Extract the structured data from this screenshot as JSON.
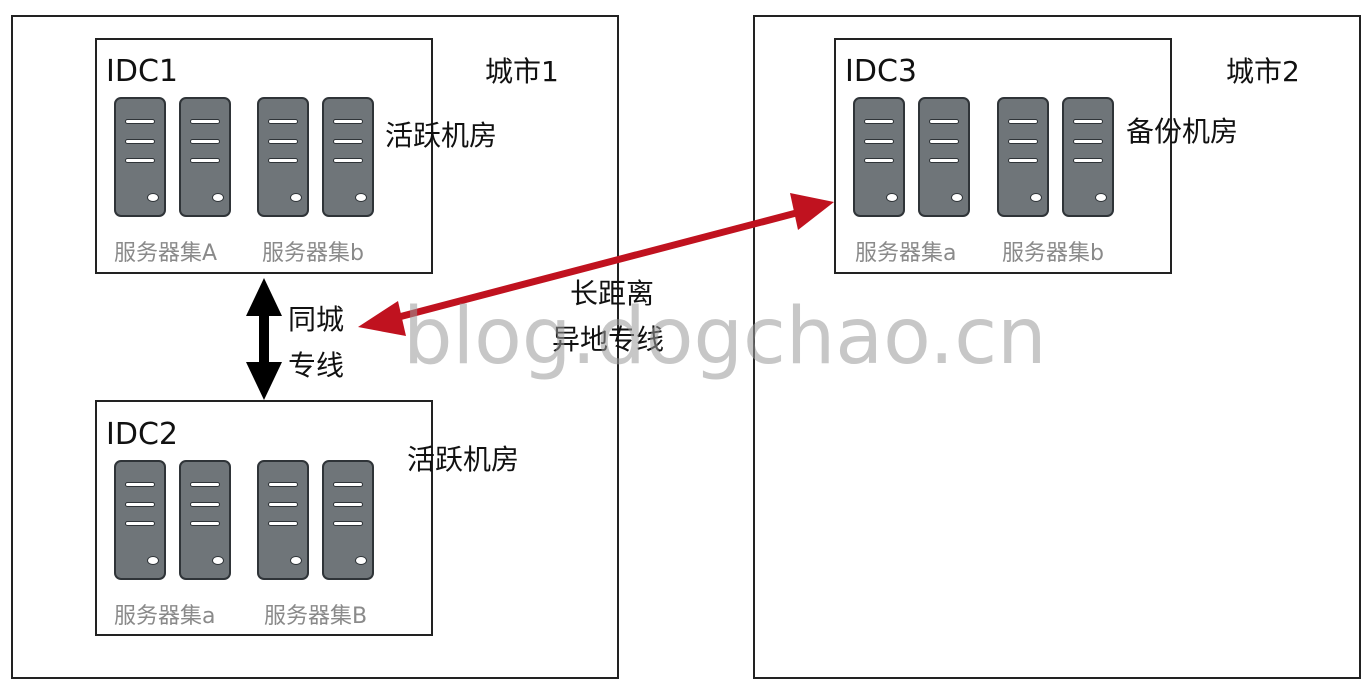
{
  "cities": [
    {
      "label": "城市1"
    },
    {
      "label": "城市2"
    }
  ],
  "idcs": [
    {
      "label": "IDC1",
      "role": "活跃机房",
      "clusters": [
        "服务器集A",
        "服务器集b"
      ]
    },
    {
      "label": "IDC2",
      "role": "活跃机房",
      "clusters": [
        "服务器集a",
        "服务器集B"
      ]
    },
    {
      "label": "IDC3",
      "role": "备份机房",
      "clusters": [
        "服务器集a",
        "服务器集b"
      ]
    }
  ],
  "links": {
    "same_city": [
      "同城",
      "专线"
    ],
    "long_distance": [
      "长距离",
      "异地专线"
    ]
  },
  "colors": {
    "long_distance_arrow": "#c0121f",
    "same_city_arrow": "#000000",
    "server_body": "#6f7579"
  },
  "watermark": "blog.dogchao.cn"
}
